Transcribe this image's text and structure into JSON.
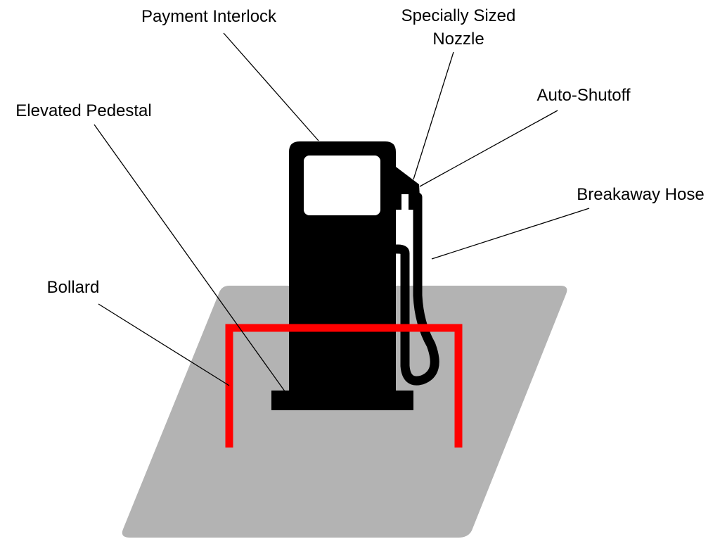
{
  "labels": {
    "payment_interlock": "Payment Interlock",
    "nozzle_line1": "Specially Sized",
    "nozzle_line2": "Nozzle",
    "auto_shutoff": "Auto-Shutoff",
    "elevated_pedestal": "Elevated Pedestal",
    "breakaway_hose": "Breakaway Hose",
    "bollard": "Bollard"
  },
  "colors": {
    "ground": "#b3b3b3",
    "pump": "#000000",
    "screen": "#ffffff",
    "bollard": "#ff0000",
    "leader": "#000000"
  },
  "icons": {
    "pump": "fuel-pump-icon"
  }
}
